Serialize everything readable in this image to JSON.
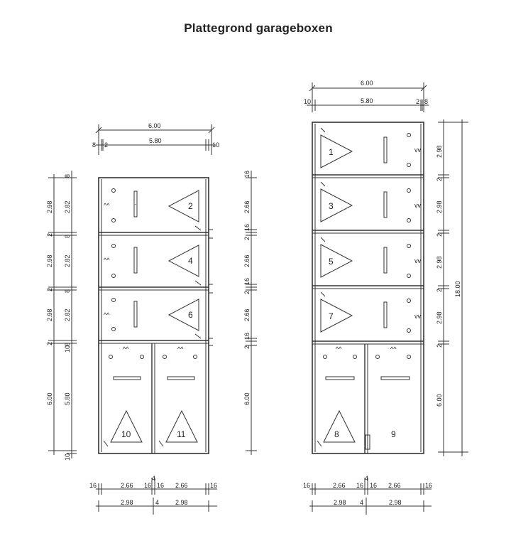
{
  "title": "Plattegrond garageboxen",
  "left": {
    "top_dims": {
      "overall": "6.00",
      "inner": "5.80",
      "left_wall": "8",
      "left_gap": "2",
      "right_wall": "10"
    },
    "left_dims": {
      "outer": [
        "2.98",
        "2.98",
        "2.98",
        "6.00"
      ],
      "inner": [
        "2.82",
        "2.82",
        "2.82",
        "5.80"
      ],
      "small_top": "8",
      "walls": [
        "2",
        "2",
        "2"
      ],
      "small": [
        "8",
        "8",
        "8",
        "10"
      ],
      "bottom_small": "10"
    },
    "right_dims": {
      "inner": [
        "2.66",
        "2.66",
        "2.66",
        "6.00"
      ],
      "top_small": "16",
      "pairs": [
        "16",
        "16",
        "16"
      ],
      "gaps": [
        "2",
        "2",
        "2"
      ]
    },
    "bottom_dims": {
      "row1": [
        "16",
        "2.66",
        "16",
        "16",
        "2.66",
        "16"
      ],
      "mid_small": "4",
      "row2": [
        "2.98",
        "4",
        "2.98"
      ]
    },
    "boxes": [
      "2",
      "4",
      "6",
      "10",
      "11"
    ]
  },
  "right": {
    "top_dims": {
      "overall": "6.00",
      "inner": "5.80",
      "left_wall": "10",
      "right_wall": "8",
      "right_gap": "2"
    },
    "right_dims": {
      "outer": [
        "2.98",
        "2.98",
        "2.98",
        "2.98",
        "6.00"
      ],
      "overall": "18.00",
      "walls": [
        "2",
        "2",
        "2",
        "2"
      ]
    },
    "bottom_dims": {
      "row1": [
        "16",
        "2.66",
        "16",
        "16",
        "2.66",
        "16"
      ],
      "mid_small": "4",
      "row2": [
        "2.98",
        "4",
        "2.98"
      ]
    },
    "boxes": [
      "1",
      "3",
      "5",
      "7",
      "8",
      "9"
    ]
  }
}
